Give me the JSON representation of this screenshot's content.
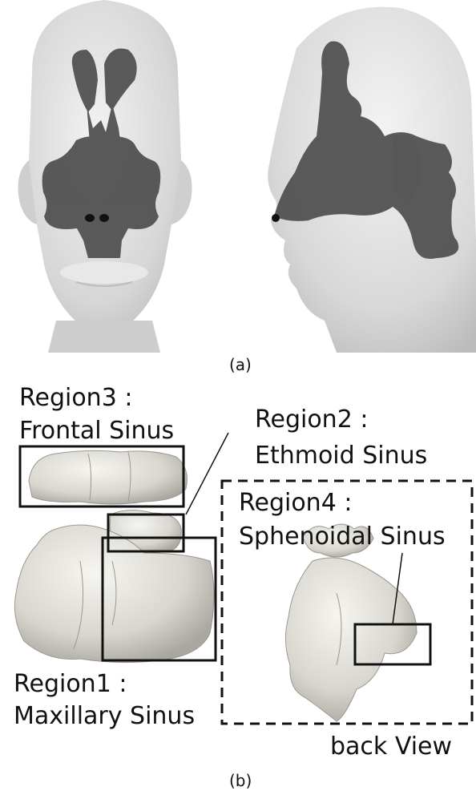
{
  "figure": {
    "caption_a": "(a)",
    "caption_b": "(b)",
    "labels": {
      "region3_title": "Region3 :",
      "region3_name": "Frontal Sinus",
      "region2_title": "Region2 :",
      "region2_name": "Ethmoid Sinus",
      "region4_title": "Region4 :",
      "region4_name": "Sphenoidal Sinus",
      "region1_title": "Region1 :",
      "region1_name": "Maxillary Sinus",
      "back_view": "back View"
    }
  },
  "colors": {
    "head": "#dcdcdc",
    "sinus_overlay": "#4d4d4d",
    "sinus_model": "#d8d6cf",
    "box": "#111111"
  }
}
